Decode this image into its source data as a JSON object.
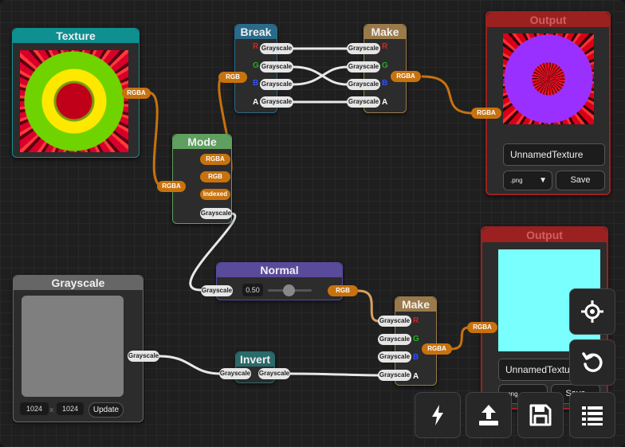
{
  "nodes": {
    "texture": {
      "title": "Texture",
      "out_port": "RGBA"
    },
    "mode": {
      "title": "Mode",
      "in_port": "RGBA",
      "ports": [
        "RGBA",
        "RGB",
        "Indexed",
        "Grayscale"
      ]
    },
    "break": {
      "title": "Break",
      "in_port": "RGB",
      "outputs": [
        "Grayscale",
        "Grayscale",
        "Grayscale",
        "Grayscale"
      ],
      "channels": [
        "R",
        "G",
        "B",
        "A"
      ]
    },
    "make_top": {
      "title": "Make",
      "inputs": [
        "Grayscale",
        "Grayscale",
        "Grayscale",
        "Grayscale"
      ],
      "channels": [
        "R",
        "G",
        "B",
        "A"
      ],
      "out_port": "RGBA"
    },
    "output_top": {
      "title": "Output",
      "in_port": "RGBA",
      "name_value": "UnnamedTexture",
      "format": ".png",
      "save_label": "Save"
    },
    "normal": {
      "title": "Normal",
      "in_port": "Grayscale",
      "value": "0.50",
      "out_port": "RGB"
    },
    "grayscale": {
      "title": "Grayscale",
      "out_port": "Grayscale",
      "width": "1024",
      "times": "x",
      "height": "1024",
      "update_label": "Update"
    },
    "invert": {
      "title": "Invert",
      "in_port": "Grayscale",
      "out_port": "Grayscale"
    },
    "make_bottom": {
      "title": "Make",
      "inputs": [
        "Grayscale",
        "Grayscale",
        "Grayscale",
        "Grayscale"
      ],
      "channels": [
        "R",
        "G",
        "B",
        "A"
      ],
      "out_port": "RGBA"
    },
    "output_bottom": {
      "title": "Output",
      "in_port": "RGBA",
      "name_value": "UnnamedTexture",
      "format": ".png",
      "save_label": "Save"
    }
  },
  "colors": {
    "texture_header": "#0f8f8f",
    "mode_header": "#5f9f5f",
    "break_header": "#2a6a8a",
    "make_header": "#9a7a4a",
    "output_header": "#9b2020",
    "normal_header": "#5a4a9a",
    "grayscale_header": "#666666",
    "invert_header": "#2a6a6a",
    "port_rgba": "#c8720e",
    "port_grayscale": "#e6e6e6",
    "wire_rgba": "#c8720e",
    "wire_grayscale": "#e8e8e8",
    "preview_cyan": "#7affff"
  },
  "toolbar": {
    "icons": [
      "crosshair-icon",
      "reset-icon",
      "lightning-icon",
      "upload-icon",
      "save-icon",
      "list-icon"
    ]
  }
}
